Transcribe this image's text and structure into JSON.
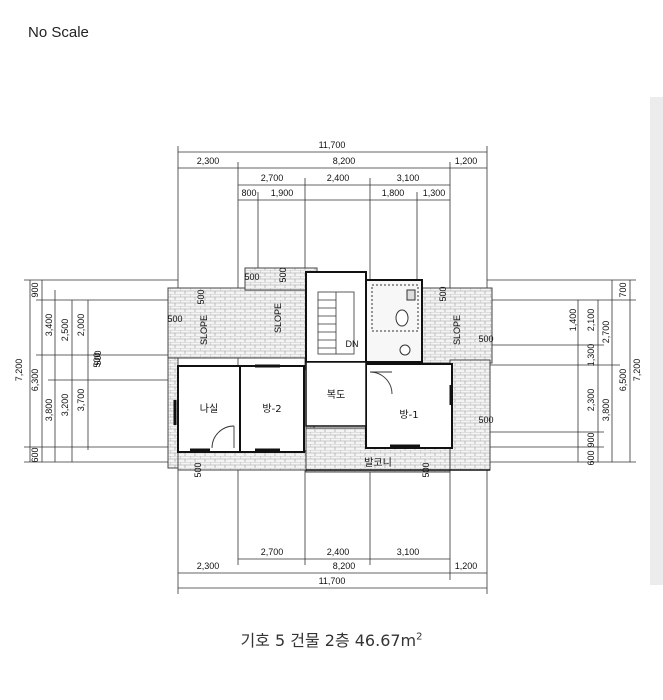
{
  "note": "No Scale",
  "caption": {
    "main": "기호 5 건물 2층 46.67m",
    "sup": "2"
  },
  "rooms": {
    "room_naesil": "나실",
    "room_bang2": "방-2",
    "room_bokdo": "복도",
    "room_bang1": "방-1",
    "balcony": "발코니",
    "stair_dn": "DN",
    "slope_1": "SLOPE",
    "slope_2": "SLOPE",
    "slope_3": "SLOPE"
  },
  "dims_top": {
    "total": "11,700",
    "row2": [
      "2,300",
      "8,200",
      "1,200"
    ],
    "row3": [
      "2,700",
      "2,400",
      "3,100"
    ],
    "row4": [
      "800",
      "1,900",
      "1,800",
      "1,300"
    ]
  },
  "dims_bottom": {
    "row1": [
      "2,700",
      "2,400",
      "3,100"
    ],
    "row2": [
      "2,300",
      "8,200",
      "1,200"
    ],
    "total": "11,700"
  },
  "dims_left": {
    "outer": "7,200",
    "col2": [
      "900",
      "6,300",
      "600"
    ],
    "col3": [
      "3,400",
      "3,800"
    ],
    "col4": [
      "2,500",
      "3,200"
    ],
    "col5": [
      "2,000",
      "3,700"
    ],
    "small": "500"
  },
  "dims_right": {
    "outer": "7,200",
    "col2": [
      "700",
      "6,500"
    ],
    "col3": [
      "2,700",
      "3,800"
    ],
    "col4": [
      "2,100",
      "1,300",
      "2,300",
      "900",
      "600"
    ],
    "col5": [
      "1,400"
    ]
  },
  "dims_inner": {
    "d500_a": "500",
    "d500_b": "500",
    "d500_c": "500",
    "d500_d": "500",
    "d500_e": "500",
    "d500_f": "500",
    "d500_g": "500",
    "d500_h": "500",
    "d500_i": "500",
    "d500_j": "500"
  }
}
